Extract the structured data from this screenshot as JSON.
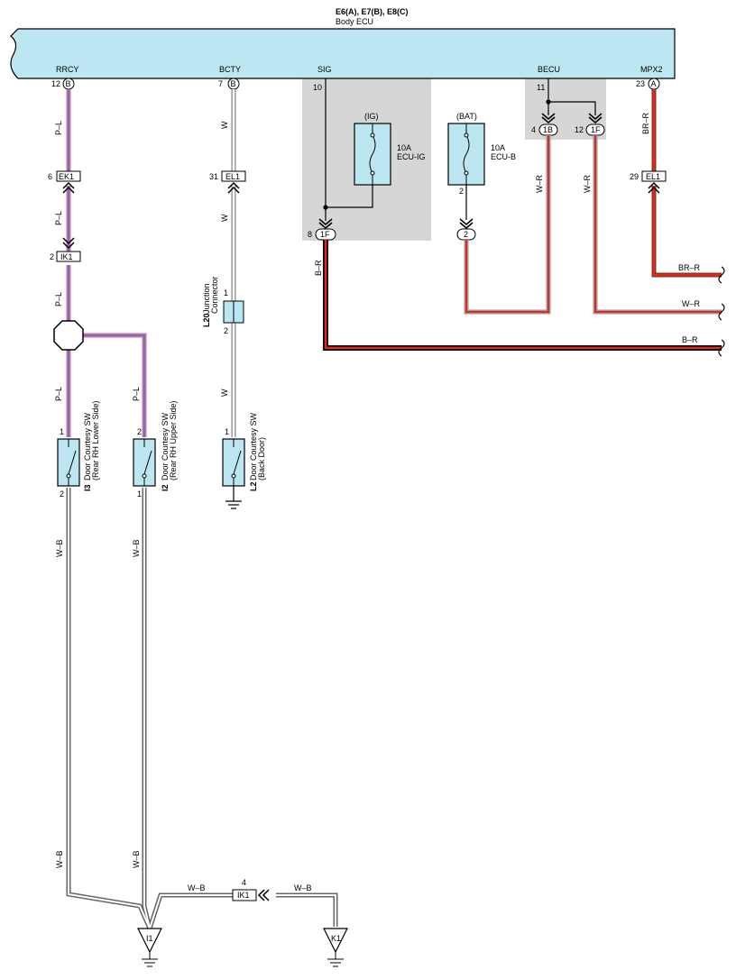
{
  "ecu": {
    "codes": "E6(A), E7(B), E8(C)",
    "name": "Body ECU",
    "terminals": {
      "rrcy": {
        "label": "RRCY",
        "pin": "12",
        "conn": "B"
      },
      "bcty": {
        "label": "BCTY",
        "pin": "7",
        "conn": "B"
      },
      "sig": {
        "label": "SIG",
        "pin": "10"
      },
      "becu": {
        "label": "BECU",
        "pin": "11"
      },
      "mpx2": {
        "label": "MPX2",
        "pin": "23",
        "conn": "A"
      }
    }
  },
  "fuses": {
    "ig": {
      "header": "(IG)",
      "rating": "10A",
      "name": "ECU-IG"
    },
    "bat": {
      "header": "(BAT)",
      "rating": "10A",
      "name": "ECU-B",
      "pin": "2",
      "conn": "2"
    }
  },
  "connectors": {
    "ek1": {
      "name": "EK1",
      "pin": "6"
    },
    "ik1_left": {
      "name": "IK1",
      "pin": "2"
    },
    "el1_left": {
      "name": "EL1",
      "pin": "31"
    },
    "el1_right": {
      "name": "EL1",
      "pin": "29"
    },
    "ik1_bottom": {
      "name": "IK1",
      "pin": "4"
    },
    "sig_out": {
      "name": "1F",
      "pin": "8"
    },
    "becu_1b": {
      "name": "1B",
      "pin": "4"
    },
    "becu_1f": {
      "name": "1F",
      "pin": "12"
    }
  },
  "wires": {
    "pl": "P–L",
    "w": "W",
    "wb": "W–B",
    "br": "B–R",
    "wr": "W–R",
    "brr": "BR–R"
  },
  "junction": {
    "id": "L20",
    "line1": "Junction",
    "line2": "Connector",
    "pin_top": "1",
    "pin_bottom": "2"
  },
  "switches": {
    "i3": {
      "id": "I3",
      "line1": "Door Courtesy SW",
      "line2": "(Rear RH Lower Side)",
      "pin_top": "1",
      "pin_bottom": "2"
    },
    "i2": {
      "id": "I2",
      "line1": "Door Courtesy SW",
      "line2": "(Rear RH Upper Side)",
      "pin_top": "2",
      "pin_bottom": "1"
    },
    "l2": {
      "id": "L2",
      "line1": "Door Courtesy SW",
      "line2": "(Back Door)",
      "pin_top": "1"
    }
  },
  "grounds": {
    "i1": "I1",
    "k1": "K1"
  },
  "colors": {
    "ecu_fill": "#bde6f3",
    "shade": "#d6d6d6",
    "pink": "#f06a8e",
    "blue": "#4a7fd6",
    "red": "#e8261c",
    "device_fill": "#bde6f3"
  }
}
